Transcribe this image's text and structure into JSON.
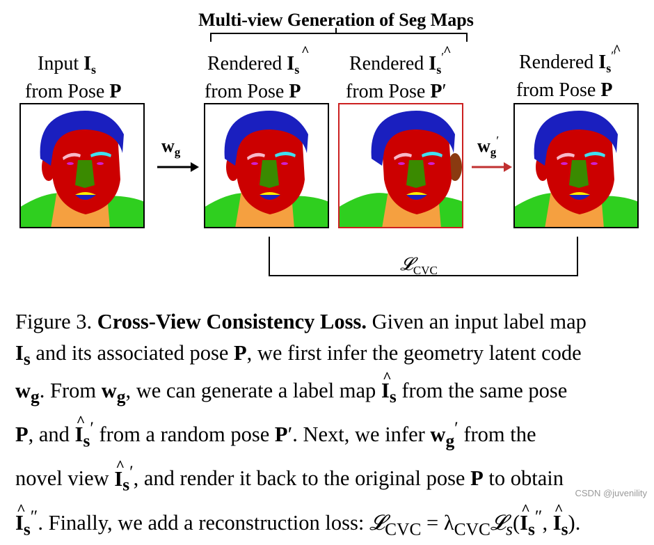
{
  "figure": {
    "group_title": "Multi-view Generation of Seg Maps",
    "panels": [
      {
        "top": "Input",
        "sym": "I",
        "sub": "s",
        "mark": "",
        "hat": false,
        "bottom": "from Pose",
        "pose": "P",
        "prime": ""
      },
      {
        "top": "Rendered",
        "sym": "I",
        "sub": "s",
        "mark": "",
        "hat": true,
        "bottom": "from Pose",
        "pose": "P",
        "prime": ""
      },
      {
        "top": "Rendered",
        "sym": "I",
        "sub": "s",
        "mark": "′",
        "hat": true,
        "bottom": "from Pose",
        "pose": "P",
        "prime": "′"
      },
      {
        "top": "Rendered",
        "sym": "I",
        "sub": "s",
        "mark": "″",
        "hat": true,
        "bottom": "from Pose",
        "pose": "P",
        "prime": ""
      }
    ],
    "arrow1": {
      "sym": "w",
      "sub": "g",
      "mark": ""
    },
    "arrow2": {
      "sym": "w",
      "sub": "g",
      "mark": "′"
    },
    "loss": {
      "sym": "𝓛",
      "sub": "CVC"
    },
    "colors": {
      "hair": "#1a1fbf",
      "skin": "#cc0000",
      "nose": "#3a8a00",
      "neck": "#f5a040",
      "cloth": "#2fcf1f",
      "brow_l": "#f7b8c8",
      "brow_r": "#40e0f0",
      "eye": "#d020d0",
      "lip_top": "#ffee00",
      "lip_bottom": "#1a1fbf",
      "ear": "#8a3a10",
      "red_frame": "#cc2020",
      "red_arrow": "#c03030"
    }
  },
  "caption": {
    "t0": "Figure 3.",
    "t1": "Cross-View Consistency Loss.",
    "t2": " Given an input label map",
    "t3": " and its associated pose ",
    "t4": ", we first infer the geometry latent code",
    "t5": ". From ",
    "t6": ", we can generate a label map ",
    "t7": " from the same pose",
    "t8": ", and ",
    "t9": " from a random pose ",
    "t10": ". Next, we infer ",
    "t11": " from the",
    "t12": "novel view ",
    "t13": ", and render it back to the original pose ",
    "t14": " to obtain",
    "t15": ". Finally, we add a reconstruction loss: ",
    "t16": " = λ",
    "t17": "𝓛",
    "t18": "(",
    "t19": ", ",
    "t20": ").",
    "sym_I": "I",
    "sub_s": "s",
    "sym_P": "P",
    "sym_w": "w",
    "sub_g": "g",
    "sym_L": "𝓛",
    "sub_cvc": "CVC",
    "prime": "′",
    "dprime": "″"
  },
  "watermark": "CSDN @juvenility"
}
